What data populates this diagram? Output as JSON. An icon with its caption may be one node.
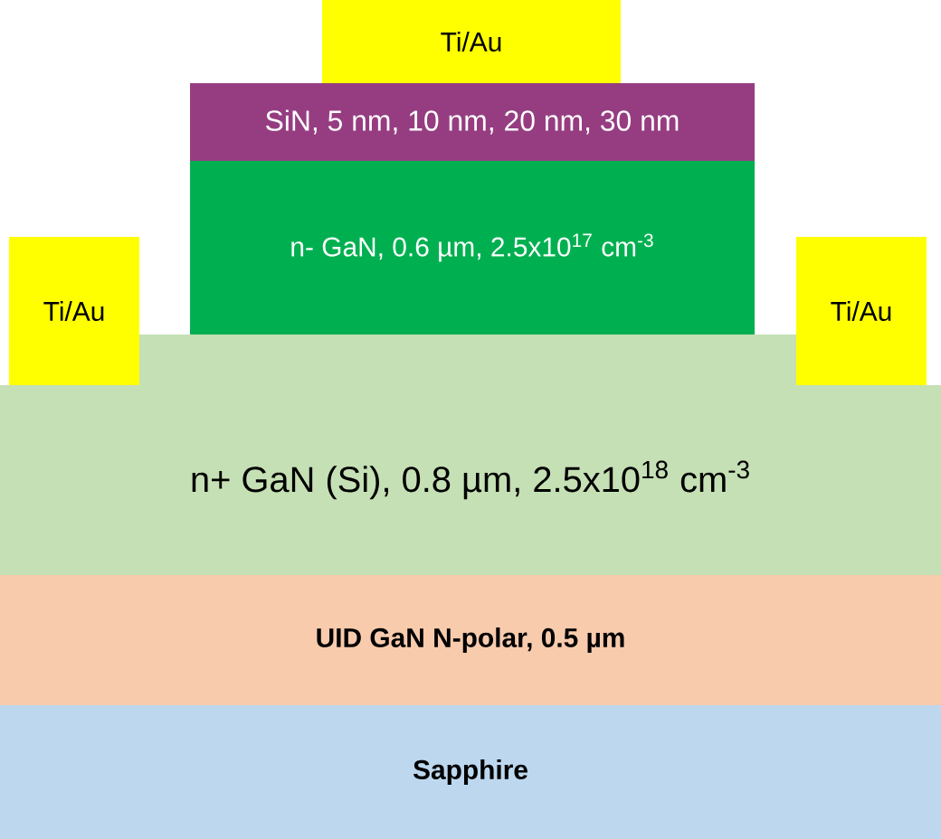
{
  "diagram": {
    "nodes": [
      {
        "text": [
          "Ti/Au"
        ]
      },
      {
        "text": [
          "SiN, 5 nm, 10 nm, 20 nm, 30 nm"
        ]
      },
      {
        "text": [
          "n- GaN, 0.6 µm, 2.5x10$^{17}$ cm$^{-3}$"
        ]
      },
      {
        "text": [
          "Ti/Au"
        ]
      },
      {
        "text": [
          "Ti/Au"
        ]
      },
      {
        "text": [
          "n+ GaN (Si), 0.8 µm, 2.5x10$^{18}$ cm$^{-3}$"
        ]
      },
      {
        "text": [
          "UID GaN N-polar, 0.5 µm"
        ]
      },
      {
        "text": [
          "Sapphire"
        ]
      }
    ]
  }
}
